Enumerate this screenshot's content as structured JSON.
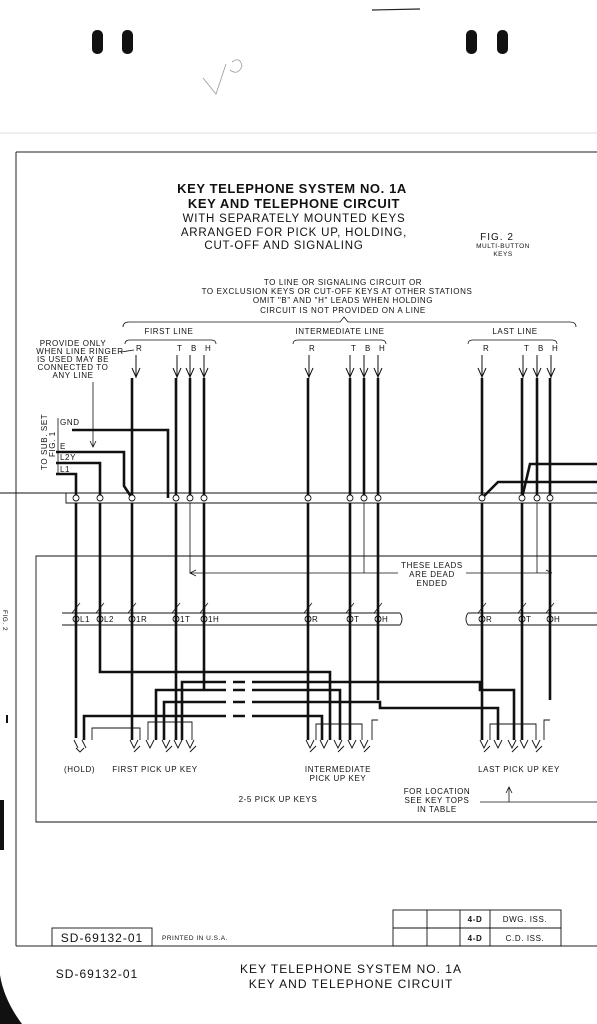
{
  "title": {
    "line1": "KEY TELEPHONE SYSTEM NO. 1A",
    "line2": "KEY AND TELEPHONE CIRCUIT",
    "line3": "WITH SEPARATELY MOUNTED KEYS",
    "line4": "ARRANGED FOR PICK UP, HOLDING,",
    "line5": "CUT-OFF AND SIGNALING"
  },
  "figure": {
    "label": "FIG. 2",
    "sublabel1": "MULTI-BUTTON",
    "sublabel2": "KEYS"
  },
  "header_note": {
    "line1": "TO LINE OR SIGNALING CIRCUIT OR",
    "line2": "TO EXCLUSION KEYS OR CUT-OFF KEYS AT OTHER STATIONS",
    "line3": "OMIT \"B\" AND \"H\" LEADS WHEN HOLDING",
    "line4": "CIRCUIT IS NOT PROVIDED ON A LINE"
  },
  "lines": [
    {
      "name": "FIRST LINE"
    },
    {
      "name": "INTERMEDIATE LINE"
    },
    {
      "name": "LAST LINE"
    }
  ],
  "lead_letters": {
    "r": "R",
    "t": "T",
    "b": "B",
    "h": "H"
  },
  "provide_note": {
    "line1": "PROVIDE ONLY",
    "line2": "WHEN LINE RINGER",
    "line3": "IS USED MAY BE",
    "line4": "CONNECTED TO",
    "line5": "ANY LINE"
  },
  "subset": {
    "label1": "TO SUB. SET",
    "label2": "FIG. 1",
    "leads": [
      "GND",
      "E",
      "L2Y",
      "L1"
    ]
  },
  "terminals_lower": {
    "first": [
      "L1",
      "L2",
      "1R",
      "1T",
      "1H"
    ],
    "intermediate": [
      "R",
      "T",
      "H"
    ],
    "last": [
      "R",
      "T",
      "H"
    ]
  },
  "dead_end_note": {
    "line1": "THESE LEADS",
    "line2": "ARE DEAD",
    "line3": "ENDED"
  },
  "keys": {
    "hold": "(HOLD)",
    "first": "FIRST PICK UP KEY",
    "intermediate1": "INTERMEDIATE",
    "intermediate2": "PICK UP KEY",
    "last": "LAST PICK UP KEY",
    "range": "2-5 PICK UP KEYS"
  },
  "location_note": {
    "line1": "FOR LOCATION",
    "line2": "SEE KEY TOPS",
    "line3": "IN TABLE"
  },
  "title_block": {
    "drawing_no": "SD-69132-01",
    "printed": "PRINTED IN U.S.A.",
    "issue_code_1": "4-D",
    "issue_label_1": "DWG. ISS.",
    "issue_code_2": "4-D",
    "issue_label_2": "C.D. ISS."
  },
  "footer": {
    "drawing_no": "SD-69132-01",
    "title1": "KEY TELEPHONE SYSTEM NO. 1A",
    "title2": "KEY AND TELEPHONE CIRCUIT"
  },
  "margin_marks": {
    "left_mid": "FIG. 2"
  }
}
